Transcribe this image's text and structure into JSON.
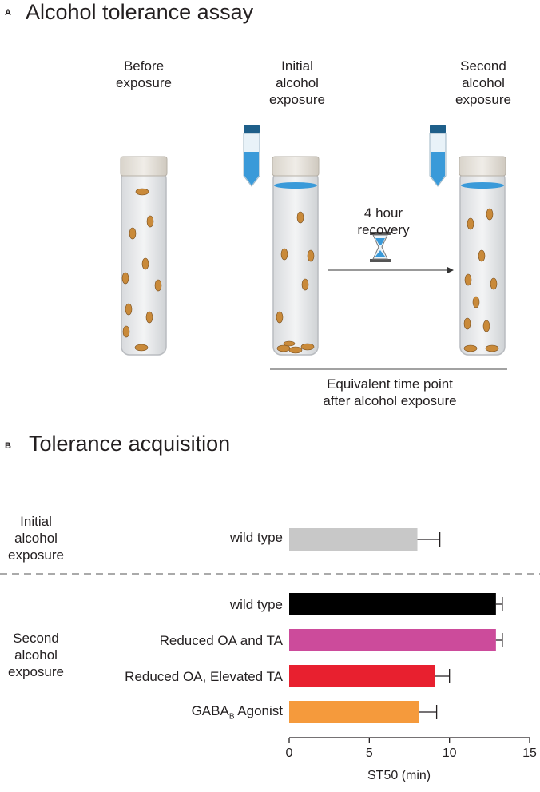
{
  "panel_a": {
    "letter": "A",
    "title": "Alcohol tolerance assay",
    "stage_before": [
      "Before",
      "exposure"
    ],
    "stage_initial": [
      "Initial",
      "alcohol",
      "exposure"
    ],
    "stage_second": [
      "Second",
      "alcohol",
      "exposure"
    ],
    "recovery": [
      "4 hour",
      "recovery"
    ],
    "equivalent": [
      "Equivalent time point",
      "after alcohol exposure"
    ]
  },
  "panel_b": {
    "letter": "B",
    "title": "Tolerance acquisition",
    "group_initial": [
      "Initial",
      "alcohol",
      "exposure"
    ],
    "group_second": [
      "Second",
      "alcohol",
      "exposure"
    ]
  },
  "colors": {
    "wild_type_initial": "#c8c8c8",
    "wild_type_second": "#000000",
    "reduced_oa_ta": "#cc4b9b",
    "reduced_oa_elevated_ta": "#e8202f",
    "gaba_b_agonist": "#f59a3c",
    "alcohol_blue": "#3a9ad9"
  },
  "chart_data": {
    "type": "bar",
    "orientation": "horizontal",
    "categories": [
      "wild type",
      "wild type",
      "Reduced OA and TA",
      "Reduced OA, Elevated TA",
      "GABAB Agonist"
    ],
    "category_display": {
      "gaba_main": "GABA",
      "gaba_sub": "B",
      "gaba_rest": " Agonist"
    },
    "groups": [
      "Initial alcohol exposure",
      "Second alcohol exposure",
      "Second alcohol exposure",
      "Second alcohol exposure",
      "Second alcohol exposure"
    ],
    "values": [
      8.0,
      12.9,
      12.9,
      9.1,
      8.1
    ],
    "errors": [
      1.4,
      0.4,
      0.4,
      0.9,
      1.1
    ],
    "xlabel": "ST50 (min)",
    "xlim": [
      0,
      15
    ],
    "xticks": [
      0,
      5,
      10,
      15
    ],
    "grid": false
  }
}
